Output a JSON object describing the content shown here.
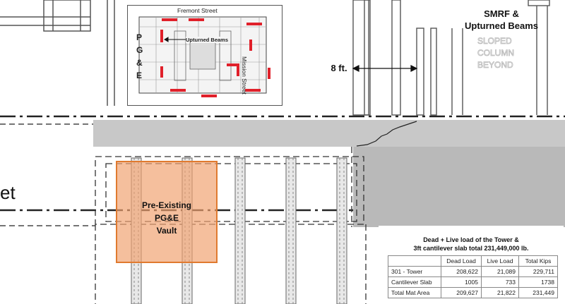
{
  "labels": {
    "smrf": "SMRF &",
    "upturned": "Upturned Beams",
    "dimension": "8 ft.",
    "street_fragment": "et",
    "sloped_ghost": [
      "SLOPED",
      "COLUMN",
      "BEYOND"
    ]
  },
  "inset": {
    "fremont": "Fremont Street",
    "mission": "Mission Street",
    "pge_letters": [
      "P",
      "G",
      "&",
      "E"
    ],
    "upturned_label": "Upturned Beams"
  },
  "vault": {
    "lines": [
      "Pre-Existing",
      "PG&E",
      "Vault"
    ]
  },
  "load_table": {
    "caption_line1": "Dead + Live load of the Tower &",
    "caption_line2": "3ft cantilever slab total 231,449,000 lb.",
    "headers": [
      "",
      "Dead Load",
      "Live Load",
      "Total Kips"
    ],
    "rows": [
      [
        "301 - Tower",
        "208,622",
        "21,089",
        "229,711"
      ],
      [
        "Cantilever Slab",
        "1005",
        "733",
        "1738"
      ],
      [
        "Total Mat Area",
        "209,627",
        "21,822",
        "231,449"
      ]
    ]
  },
  "colors": {
    "vault_fill": "#f0a06e",
    "vault_border": "#e07a2f",
    "inset_beam_red": "#e0202a",
    "drawing_gray": "#c8c8c8"
  }
}
